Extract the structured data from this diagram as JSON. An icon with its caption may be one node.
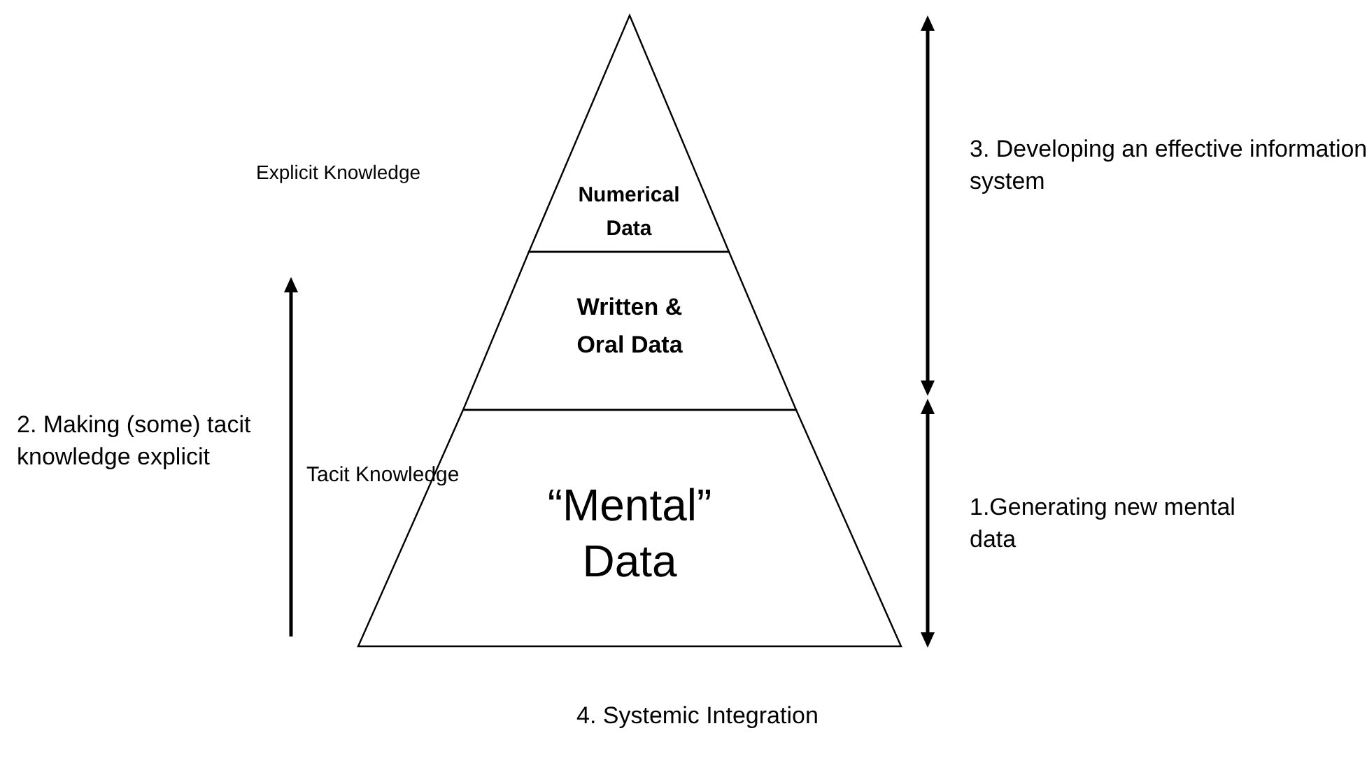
{
  "diagram": {
    "nodes": [
      {
        "text": [
          "Numerical Data"
        ]
      },
      {
        "text": [
          "Written & Oral Data"
        ]
      },
      {
        "text": [
          "“Mental” Data"
        ]
      }
    ],
    "labels": [
      "Explicit Knowledge",
      "3. Developing an effective information system",
      "2. Making (some) tacit knowledge explicit",
      "Tacit Knowledge",
      "1.Generating new mental data",
      "4. Systemic Integration"
    ]
  }
}
